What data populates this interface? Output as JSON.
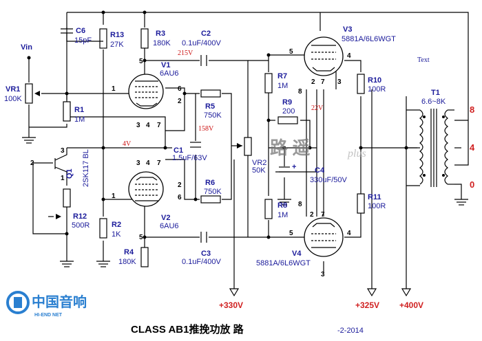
{
  "input": {
    "label": "Vin"
  },
  "components": {
    "C6": {
      "ref": "C6",
      "value": "15pF"
    },
    "R13": {
      "ref": "R13",
      "value": "27K"
    },
    "R3": {
      "ref": "R3",
      "value": "180K"
    },
    "C2": {
      "ref": "C2",
      "value": "0.1uF/400V"
    },
    "V1": {
      "ref": "V1",
      "value": "6AU6"
    },
    "VR1": {
      "ref": "VR1",
      "value": "100K"
    },
    "R1": {
      "ref": "R1",
      "value": "1M"
    },
    "R5": {
      "ref": "R5",
      "value": "750K"
    },
    "C1": {
      "ref": "C1",
      "value": "1.5uF/63V"
    },
    "R6": {
      "ref": "R6",
      "value": "750K"
    },
    "Q1": {
      "ref": "Q1",
      "value": "2SK117 BL"
    },
    "R12": {
      "ref": "R12",
      "value": "500R"
    },
    "R2": {
      "ref": "R2",
      "value": "1K"
    },
    "V2": {
      "ref": "V2",
      "value": "6AU6"
    },
    "R4": {
      "ref": "R4",
      "value": "180K"
    },
    "C3": {
      "ref": "C3",
      "value": "0.1uF/400V"
    },
    "VR2": {
      "ref": "VR2",
      "value": "50K"
    },
    "R7": {
      "ref": "R7",
      "value": "1M"
    },
    "R9": {
      "ref": "R9",
      "value": "200"
    },
    "C4": {
      "ref": "C4",
      "value": "330uF/50V"
    },
    "R8": {
      "ref": "R8",
      "value": "1M"
    },
    "V3": {
      "ref": "V3",
      "value": "5881A/6L6WGT"
    },
    "V4": {
      "ref": "V4",
      "value": "5881A/6L6WGT"
    },
    "R10": {
      "ref": "R10",
      "value": "100R"
    },
    "R11": {
      "ref": "R11",
      "value": "100R"
    },
    "T1": {
      "ref": "T1",
      "value": "6.6~8K"
    }
  },
  "voltages": {
    "v215": "215V",
    "v158": "158V",
    "v4": "4V",
    "v22": "22V"
  },
  "transformer_taps": {
    "t8": "8",
    "t4": "4",
    "t0": "0"
  },
  "transformer_note": "Text",
  "supplies": {
    "s1": "+330V",
    "s2": "+325V",
    "s3": "+400V"
  },
  "footer": {
    "title": "CLASS AB1推挽功放 路",
    "date": "-2-2014"
  },
  "watermark": {
    "main": "路 遥",
    "sub": "plus"
  },
  "logo": {
    "main": "中国音响",
    "sub": "HI-END NET"
  },
  "pins": {
    "v1": [
      "5",
      "1",
      "6",
      "3",
      "4",
      "7",
      "2"
    ],
    "v2": [
      "1",
      "6",
      "2",
      "3",
      "4",
      "7",
      "5"
    ],
    "v3": [
      "5",
      "4",
      "8",
      "2",
      "7",
      "3"
    ],
    "v4": [
      "8",
      "5",
      "2",
      "7",
      "4",
      "3"
    ],
    "q1": [
      "2",
      "3",
      "1"
    ]
  },
  "colors": {
    "label": "#1a1a9a",
    "voltage": "#cc1111",
    "tap": "#d02020",
    "logo": "#2a7fd0"
  }
}
